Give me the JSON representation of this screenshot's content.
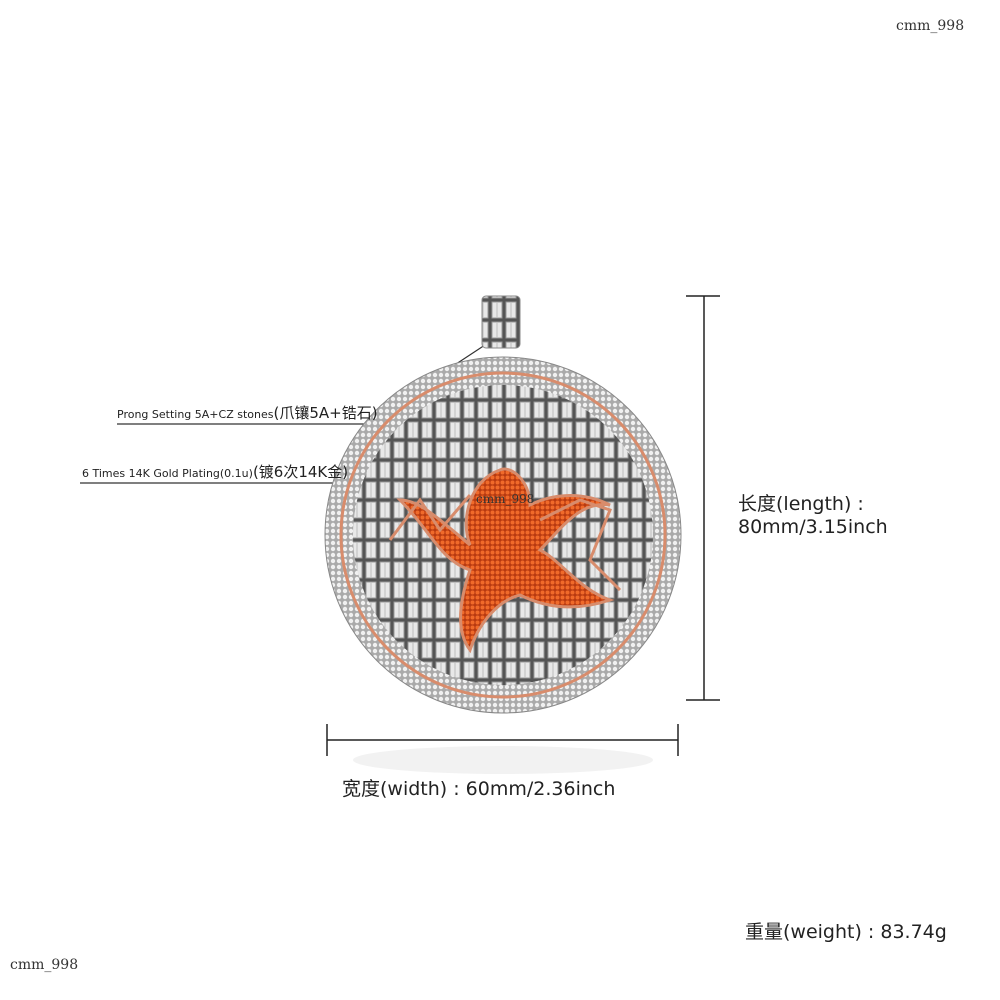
{
  "watermark": "cmm_998",
  "callouts": [
    {
      "en": "Prong Setting 5A+CZ stones",
      "cn": "(爪镶5A+锆石)"
    },
    {
      "en": "6 Times  14K  Gold  Plating(0.1u)",
      "cn": "(镀6次14K金)"
    }
  ],
  "dimensions": {
    "length_label": "长度(length) :",
    "length_value": "80mm/3.15inch",
    "width_label": "宽度(width) : 60mm/2.36inch",
    "weight_label": "重量(weight) : 83.74g"
  },
  "colors": {
    "rose_gold": "#d88c6c",
    "orange_stone": "#e4551e",
    "silver": "#c8c8c8"
  }
}
